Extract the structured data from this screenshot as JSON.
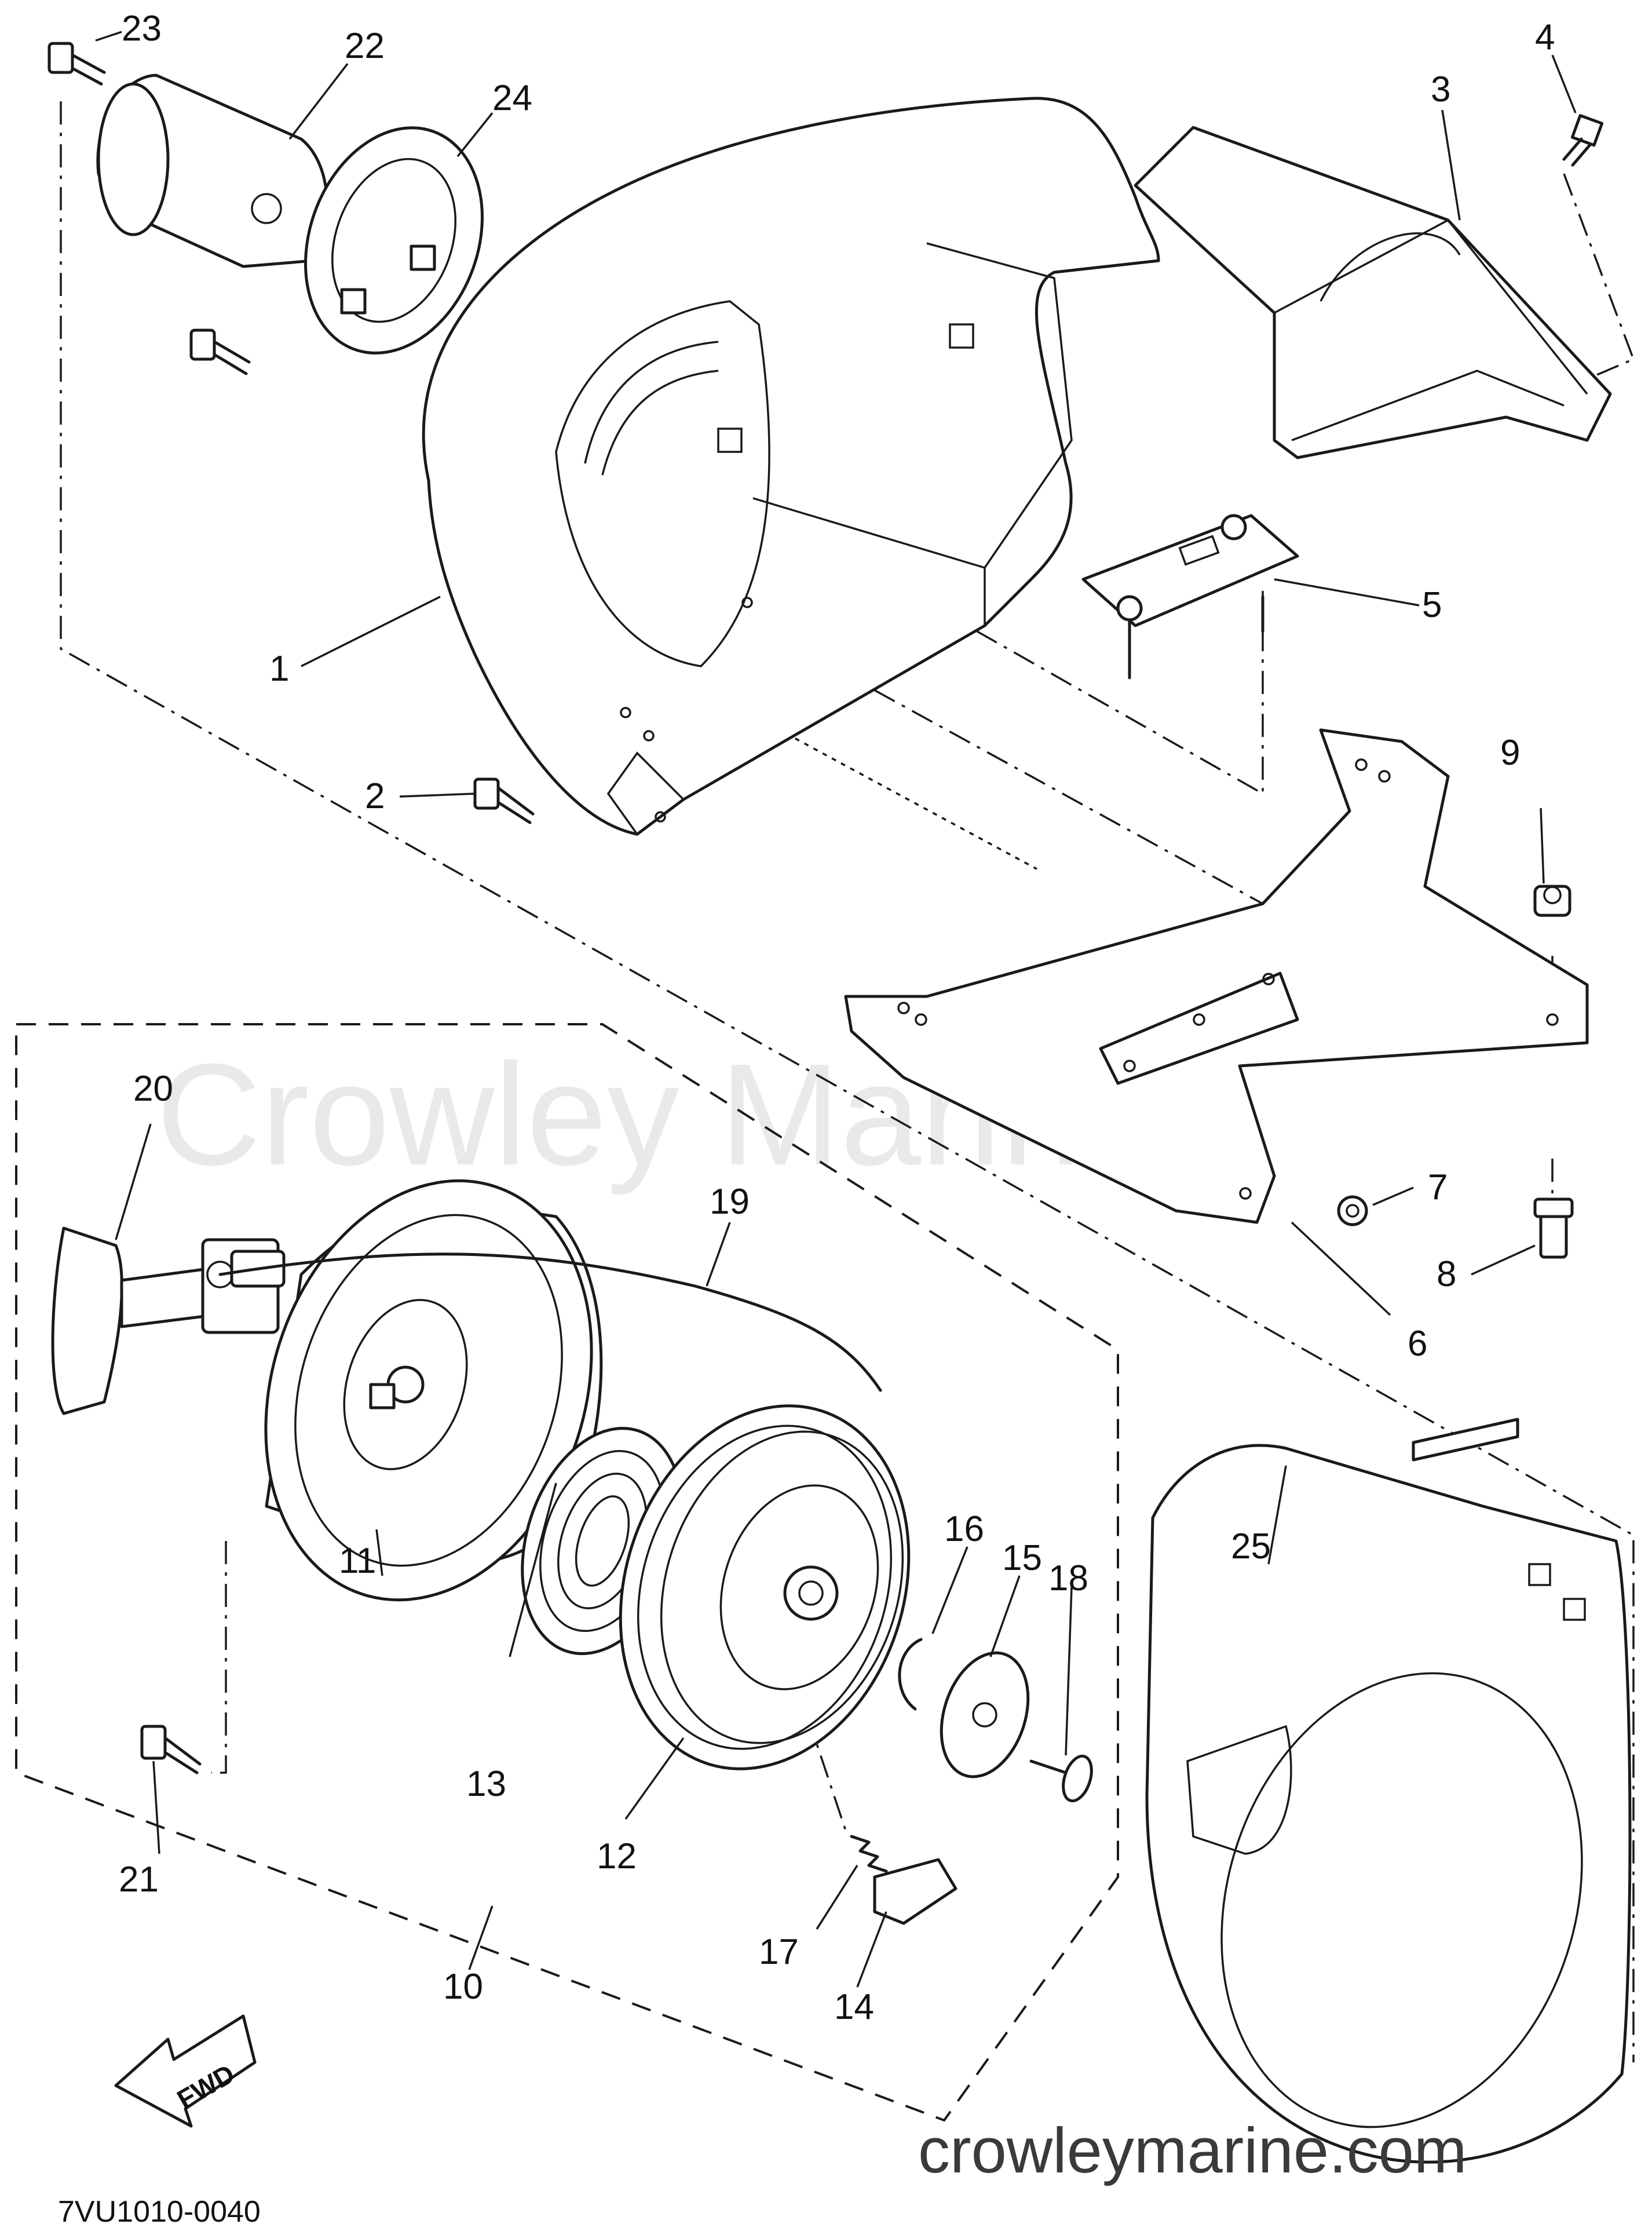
{
  "watermark": "Crowley Marine",
  "site_url": "crowleymarine.com",
  "diagram_code": "7VU1010-0040",
  "fwd_label": "FWD",
  "callouts": {
    "c1": "1",
    "c2": "2",
    "c3": "3",
    "c4": "4",
    "c5": "5",
    "c6": "6",
    "c7": "7",
    "c8": "8",
    "c9": "9",
    "c10": "10",
    "c11": "11",
    "c12": "12",
    "c13": "13",
    "c14": "14",
    "c15": "15",
    "c16": "16",
    "c17": "17",
    "c18": "18",
    "c19": "19",
    "c20": "20",
    "c21": "21",
    "c22": "22",
    "c23": "23",
    "c24": "24",
    "c25": "25"
  },
  "colors": {
    "line": "#1a1a1a",
    "watermark": "#e9e9e9",
    "background": "#ffffff"
  }
}
